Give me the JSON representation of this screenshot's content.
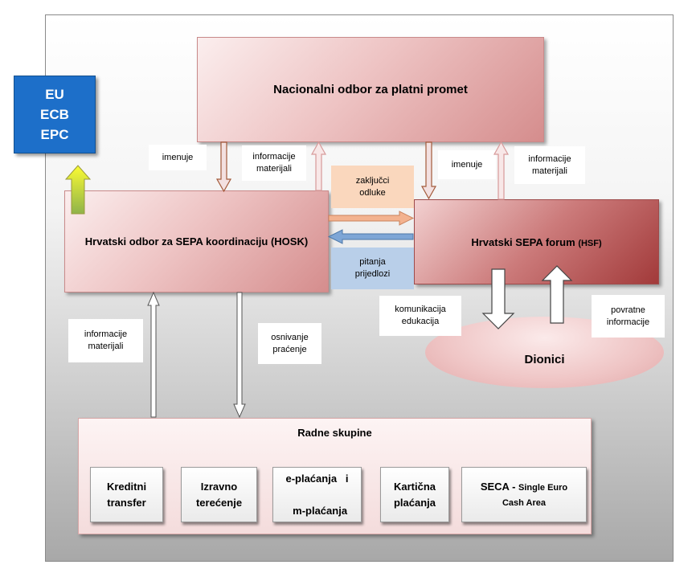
{
  "external": {
    "line1": "EU",
    "line2": "ECB",
    "line3": "EPC"
  },
  "national_board": {
    "title": "Nacionalni odbor za platni promet"
  },
  "hosk": {
    "title": "Hrvatski odbor za SEPA koordinaciju (HOSK)"
  },
  "hsf": {
    "title": "Hrvatski SEPA forum",
    "abbr": "(HSF)"
  },
  "stakeholders": {
    "title": "Dionici"
  },
  "working_groups": {
    "title": "Radne skupine",
    "items": [
      {
        "line1": "Kreditni",
        "line2": "transfer"
      },
      {
        "line1": "Izravno",
        "line2": "terećenje"
      },
      {
        "line1": "e-plaćanja   i",
        "line2": "m-plaćanja"
      },
      {
        "line1": "Kartična",
        "line2": "plaćanja"
      },
      {
        "line1": "SECA -",
        "line1_small": "Single Euro",
        "line2": "Cash Area"
      }
    ]
  },
  "labels": {
    "imenuje_left": "imenuje",
    "info_left": {
      "line1": "informacije",
      "line2": "materijali"
    },
    "conclusions": {
      "line1": "zaključci",
      "line2": "odluke"
    },
    "imenuje_right": "imenuje",
    "info_right": {
      "line1": "informacije",
      "line2": "materijali"
    },
    "questions": {
      "line1": "pitanja",
      "line2": "prijedlozi"
    },
    "communication": {
      "line1": "komunikacija",
      "line2": "edukacija"
    },
    "feedback": {
      "line1": "povratne",
      "line2": "informacije"
    },
    "info_bottom": {
      "line1": "informacije",
      "line2": "materijali"
    },
    "founding": {
      "line1": "osnivanje",
      "line2": "praćenje"
    }
  },
  "colors": {
    "eu_box": "#1d6fc9",
    "conclusions_bg": "#fad7bd",
    "questions_bg": "#b9cfe9",
    "arrow_brown": "#a35a3a",
    "arrow_salmon": "#f0a98a",
    "arrow_blue": "#6f9bd0",
    "arrow_yellow": "#f2f200"
  }
}
